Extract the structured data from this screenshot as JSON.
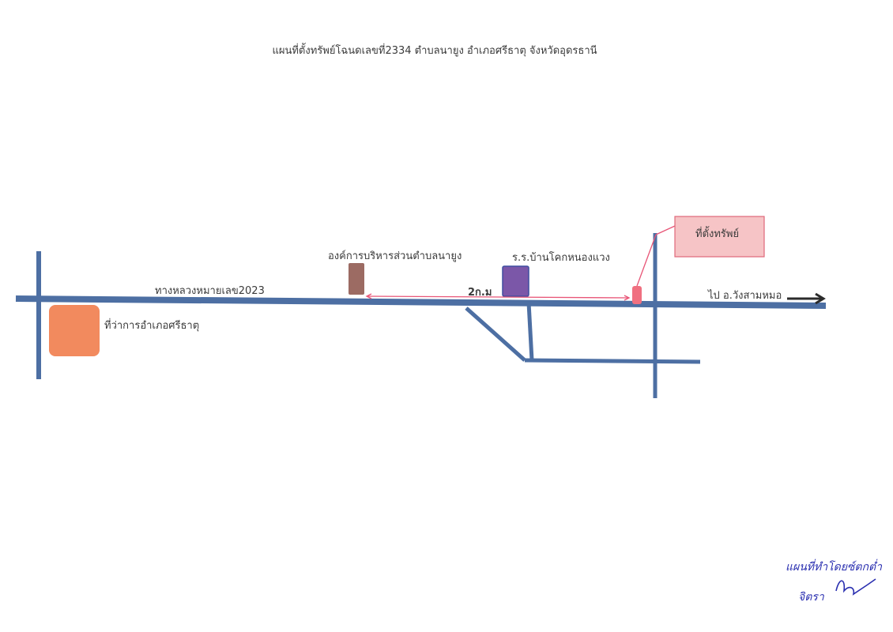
{
  "title": "แผนที่ตั้งทรัพย์โฉนดเลขที่2334 ตำบลนายูง อำเภอศรีธาตุ จังหวัดอุดรธานี",
  "labels": {
    "highway": "ทางหลวงหมายเลข2023",
    "district_office": "ที่ว่าการอำเภอศรีธาตุ",
    "sao": "องค์การบริหารส่วนตำบลนายูง",
    "school": "ร.ร.บ้านโคกหนองแวง",
    "distance": "2ก.ม",
    "property": "ที่ตั้งทรัพย์",
    "direction": "ไป  อ.วังสามหมอ"
  },
  "signature": {
    "line1": "แผนที่ทำโดยซ์ตกต่ำ",
    "line2": "จิตรา"
  },
  "colors": {
    "road": "#4d6fa3",
    "district_office": "#f28a5e",
    "sao": "#9c6b63",
    "school": "#7b57a8",
    "property": "#f07080",
    "callout_fill": "#f6c4c6",
    "callout_border": "#e0687a",
    "distance_line": "#e85577",
    "arrow": "#2b2b2b",
    "signature_ink": "#2a2fb0"
  }
}
